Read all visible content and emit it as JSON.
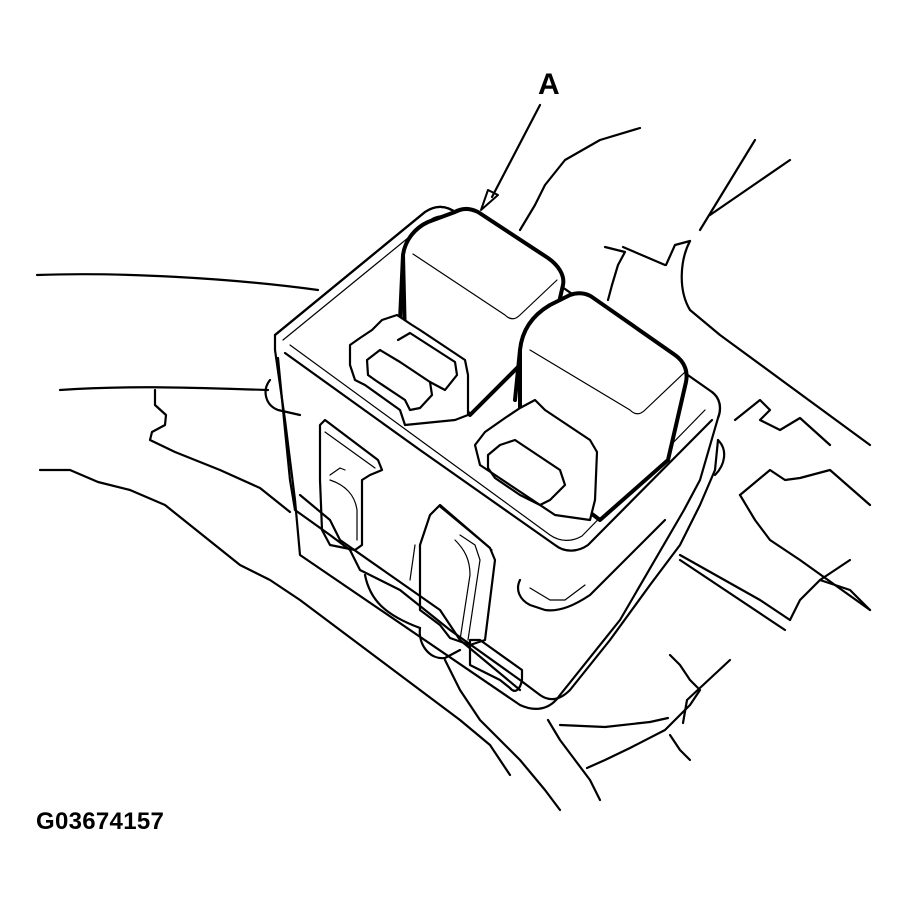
{
  "figure": {
    "callout_label": "A",
    "figure_id": "G03674157",
    "subject": "relay box with two relays",
    "callouts": [
      {
        "label": "A",
        "points_to": "relay (upper-left of pair)"
      }
    ],
    "colors": {
      "line": "#000000",
      "background": "#ffffff"
    }
  }
}
